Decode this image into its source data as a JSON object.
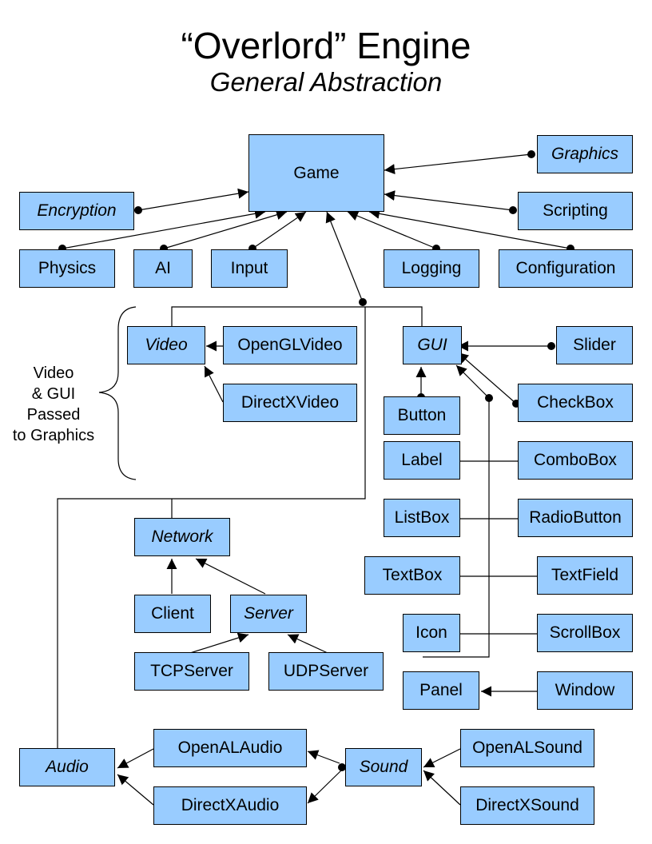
{
  "title": "“Overlord” Engine",
  "subtitle": "General Abstraction",
  "note": {
    "lines": [
      "Video",
      "& GUI",
      "Passed",
      "to Graphics"
    ]
  },
  "nodes": {
    "game": "Game",
    "graphics": "Graphics",
    "encryption": "Encryption",
    "scripting": "Scripting",
    "physics": "Physics",
    "ai": "AI",
    "input": "Input",
    "logging": "Logging",
    "configuration": "Configuration",
    "video": "Video",
    "opengl_video": "OpenGLVideo",
    "directx_video": "DirectXVideo",
    "gui": "GUI",
    "slider": "Slider",
    "button": "Button",
    "checkbox": "CheckBox",
    "label": "Label",
    "combobox": "ComboBox",
    "listbox": "ListBox",
    "radiobutton": "RadioButton",
    "textbox": "TextBox",
    "textfield": "TextField",
    "icon": "Icon",
    "scrollbox": "ScrollBox",
    "panel": "Panel",
    "window": "Window",
    "network": "Network",
    "client": "Client",
    "server": "Server",
    "tcp_server": "TCPServer",
    "udp_server": "UDPServer",
    "audio": "Audio",
    "openal_audio": "OpenALAudio",
    "directx_audio": "DirectXAudio",
    "sound": "Sound",
    "openal_sound": "OpenALSound",
    "directx_sound": "DirectXSound"
  },
  "colors": {
    "box_fill": "#99ccff",
    "line": "#000000"
  }
}
